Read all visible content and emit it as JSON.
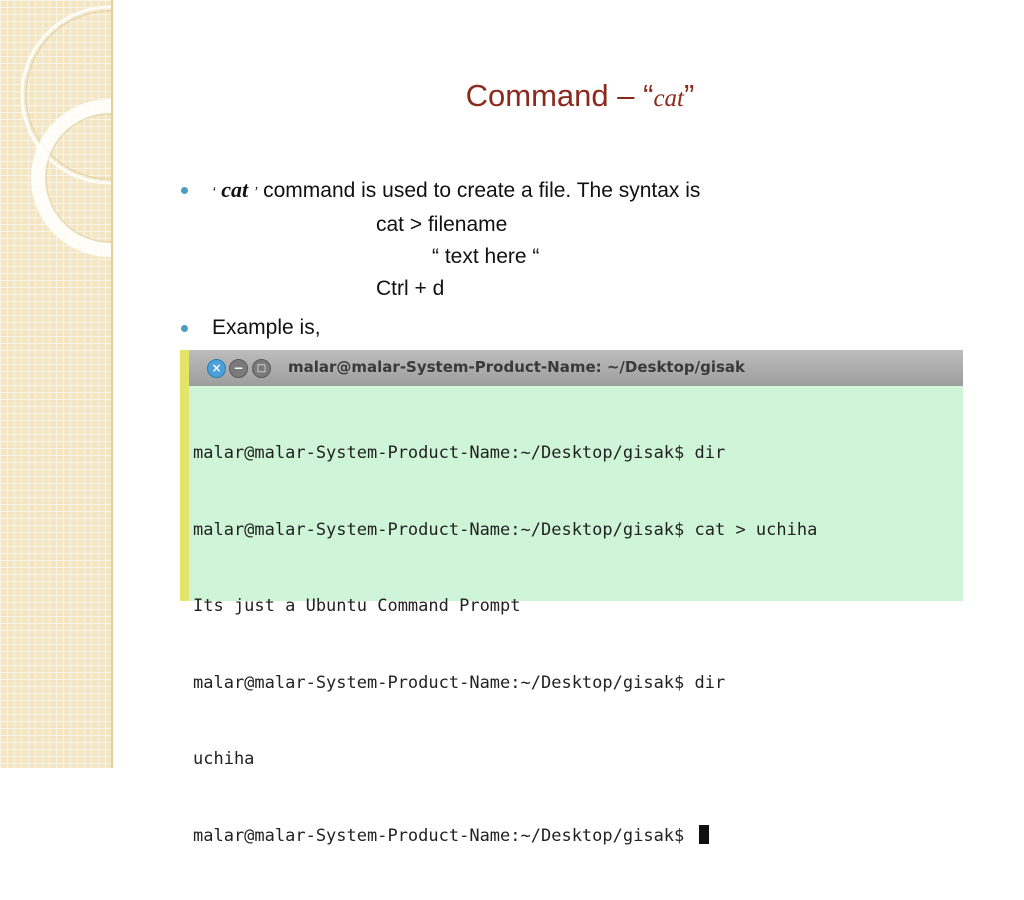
{
  "slide": {
    "title_prefix": "Command – “",
    "title_word": "cat",
    "title_suffix": "”"
  },
  "bullets": [
    {
      "open_tick": "‘",
      "keyword": "cat",
      "close_tick": "’",
      "text": " command is used to create a file. The syntax is"
    },
    {
      "text": "Example is,"
    }
  ],
  "syntax_lines": [
    "cat > filename",
    "“ text here “",
    "Ctrl + d"
  ],
  "terminal": {
    "window_title": "malar@malar-System-Product-Name: ~/Desktop/gisak",
    "buttons": {
      "close": "×",
      "minimize": "−",
      "maximize": "□"
    },
    "lines": [
      "malar@malar-System-Product-Name:~/Desktop/gisak$ dir",
      "malar@malar-System-Product-Name:~/Desktop/gisak$ cat > uchiha",
      "Its just a Ubuntu Command Prompt",
      "malar@malar-System-Product-Name:~/Desktop/gisak$ dir",
      "uchiha",
      "malar@malar-System-Product-Name:~/Desktop/gisak$ "
    ]
  },
  "colors": {
    "title": "#8b2a1c",
    "bullet": "#4a9cc2",
    "terminal_bg": "#cff5d8",
    "terminal_border": "#e4e46a",
    "sidebar": "#f3e6c4"
  }
}
